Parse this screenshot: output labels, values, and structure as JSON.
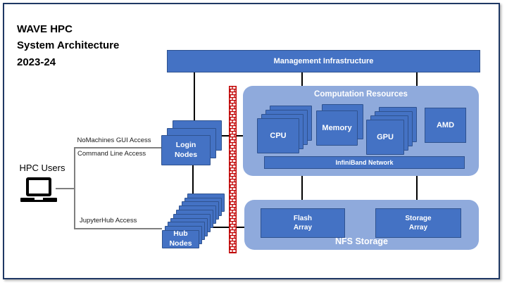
{
  "title": {
    "lines": [
      "WAVE HPC",
      "System Architecture",
      "2023-24"
    ]
  },
  "users": {
    "label": "HPC Users"
  },
  "access_labels": {
    "nomachines": "NoMachines GUI Access",
    "command_line": "Command Line Access",
    "jupyterhub": "JupyterHub Access"
  },
  "nodes": {
    "login": {
      "label": "Login\nNodes"
    },
    "hub": {
      "label": "Hub\nNodes"
    }
  },
  "management": {
    "label": "Management Infrastructure"
  },
  "computation": {
    "title": "Computation Resources",
    "cpu": "CPU",
    "memory": "Memory",
    "gpu": "GPU",
    "amd": "AMD",
    "network": "InfiniBand Network"
  },
  "storage": {
    "title": "NFS Storage",
    "flash": "Flash\nArray",
    "storage_array": "Storage\nArray"
  },
  "icons": {
    "laptop": "laptop-icon",
    "firewall": "brick-wall-firewall-icon"
  },
  "colors": {
    "box_fill": "#4472C4",
    "box_border": "#2F528F",
    "container_fill": "#8FAADC",
    "firewall_red": "#C00000",
    "connector_gray": "#7F7F7F",
    "connector_black": "#000000",
    "frame_border": "#1F3864"
  }
}
